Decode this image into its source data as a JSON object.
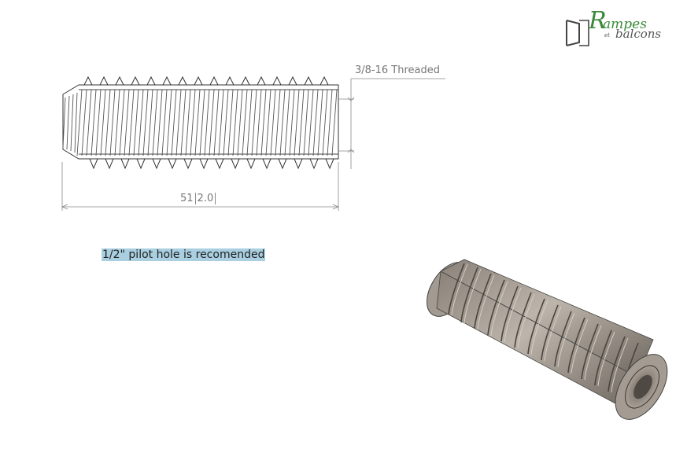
{
  "logo": {
    "big_letter": "R",
    "word_top": "ampes",
    "word_small": "et",
    "word_bottom": "balcons"
  },
  "dimensions": {
    "thread_spec": "3/8-16 Threaded",
    "length_value": "51",
    "length_inch": "2.0"
  },
  "note": "1/2\" pilot hole is recomended"
}
